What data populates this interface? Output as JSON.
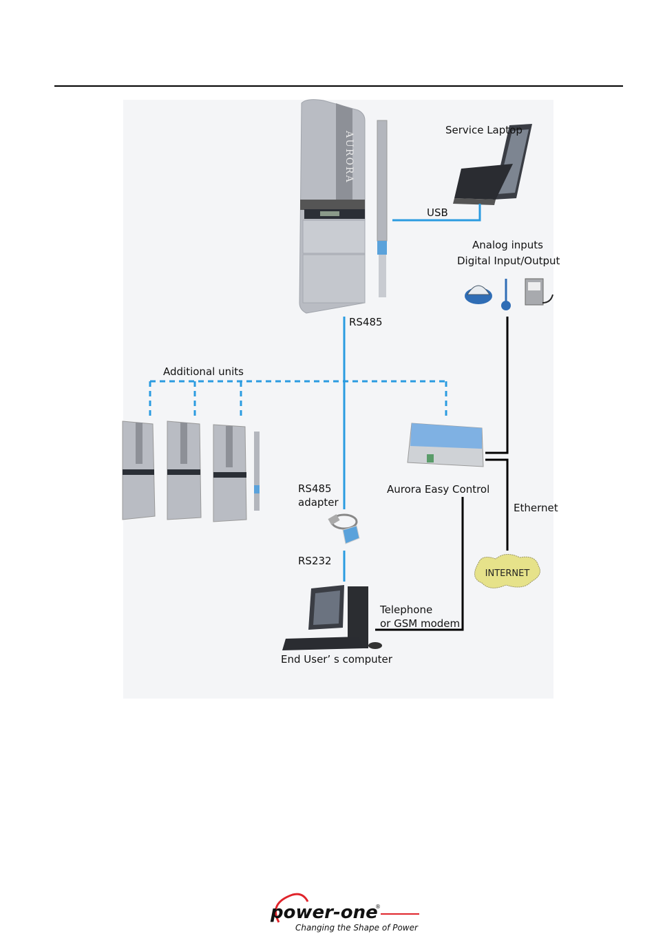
{
  "diagram": {
    "labels": {
      "service_laptop": "Service Laptop",
      "usb": "USB",
      "analog_inputs": "Analog inputs",
      "digital_io": "Digital Input/Output",
      "rs485": "RS485",
      "additional_units": "Additional units",
      "rs485_adapter_1": "RS485",
      "rs485_adapter_2": "adapter",
      "aurora_easy_control": "Aurora Easy Control",
      "ethernet": "Ethernet",
      "internet": "INTERNET",
      "rs232": "RS232",
      "telephone_1": "Telephone",
      "telephone_2": "or GSM modem",
      "end_user_computer": "End User’ s computer",
      "inverter_brand": "AURORA"
    },
    "colors": {
      "rs485_line": "#2a9be0",
      "wire_black": "#000000",
      "internet_cloud": "#e6e28a"
    }
  },
  "footer": {
    "logo_text": "power-one",
    "tagline": "Changing the Shape of Power",
    "registered": "®"
  }
}
